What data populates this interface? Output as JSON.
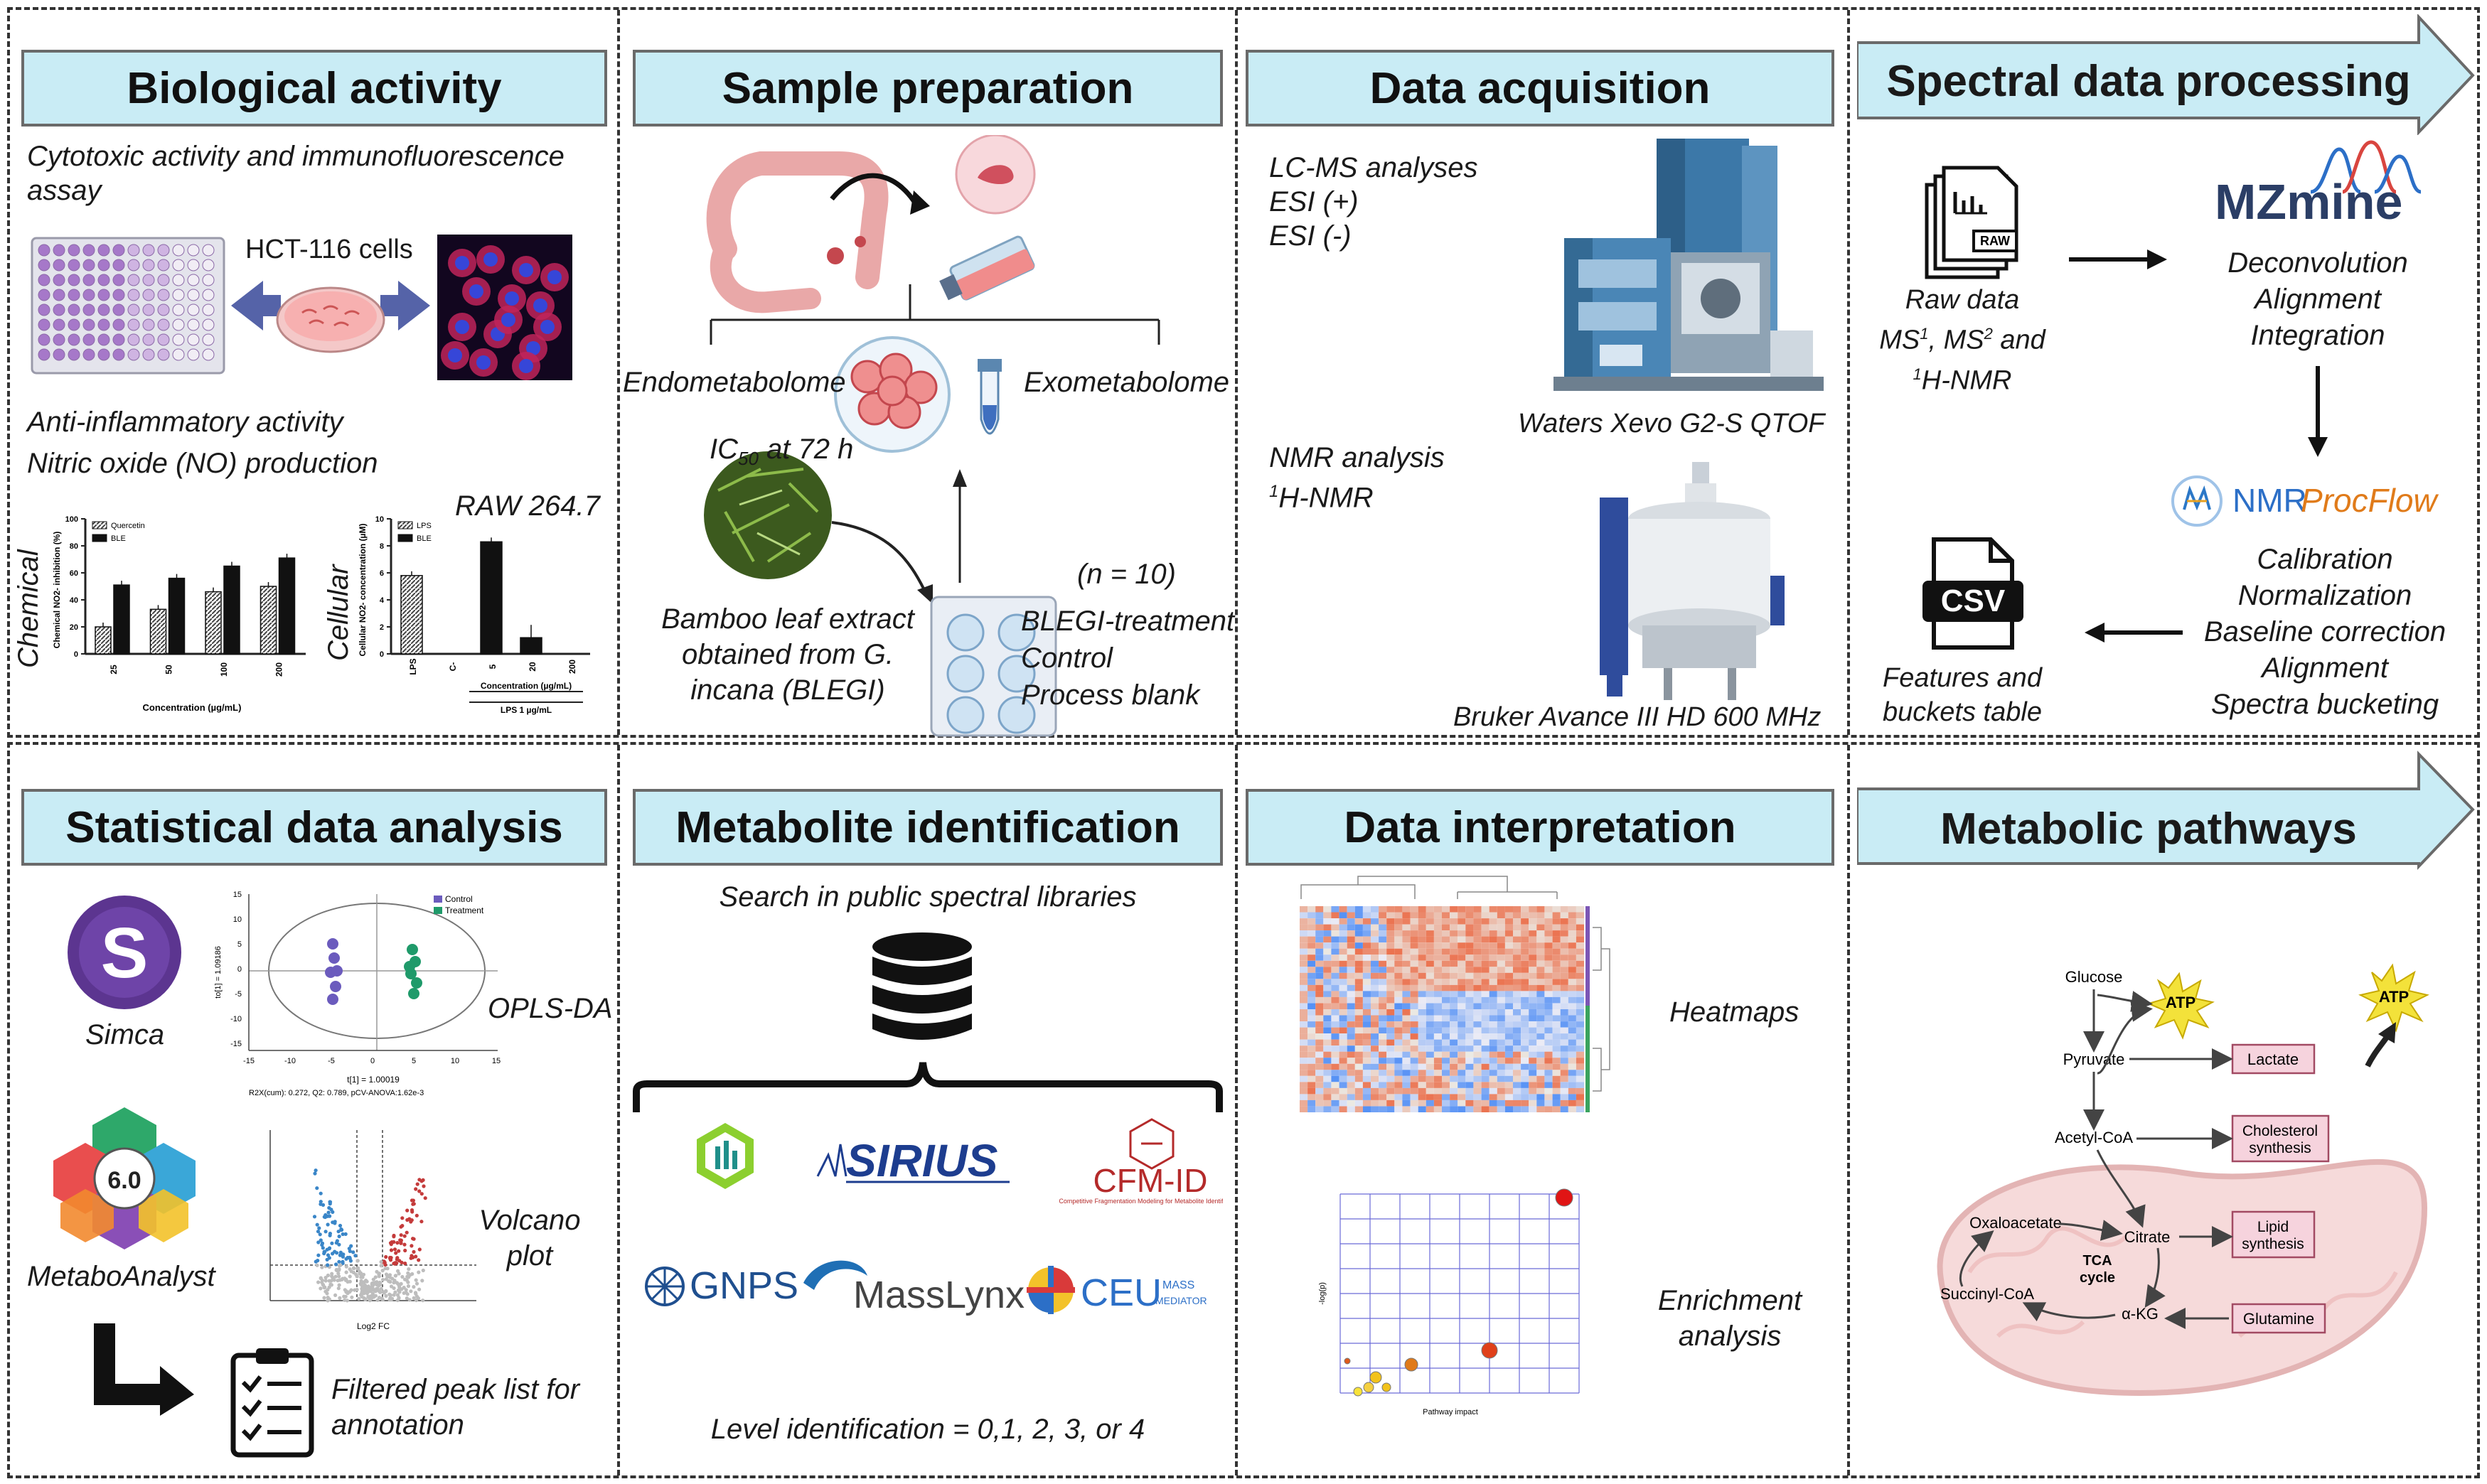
{
  "panels": {
    "bio": {
      "title": "Biological activity",
      "cyto": "Cytotoxic activity and immunofluorescence",
      "cyto2": "assay",
      "cells": "HCT-116 cells",
      "antiinf": "Anti-inflammatory activity",
      "no": "Nitric oxide (NO) production",
      "raw": "RAW 264.7",
      "chemical": "Chemical",
      "cellular": "Cellular"
    },
    "sample": {
      "title": "Sample preparation",
      "endo": "Endometabolome",
      "exo": "Exometabolome",
      "ic50_a": "IC",
      "ic50_sub": "50",
      "ic50_b": " at 72 h",
      "n": "(n = 10)",
      "leaf1": "Bamboo leaf extract",
      "leaf2": "obtained from G.",
      "leaf3": "incana (BLEGI)",
      "treat1": "BLEGI-treatment",
      "treat2": "Control",
      "treat3": "Process blank"
    },
    "acq": {
      "title": "Data acquisition",
      "lc1": "LC-MS analyses",
      "lc2": "ESI (+)",
      "lc3": "ESI (-)",
      "waters": "Waters Xevo G2-S QTOF",
      "nmr1": "NMR analysis",
      "nmr2_sup": "1",
      "nmr2": "H-NMR",
      "bruker": "Bruker Avance III HD 600 MHz"
    },
    "proc": {
      "title": "Spectral data processing",
      "raw_badge": "RAW",
      "mzmine": "MZmine",
      "steps1": [
        "Deconvolution",
        "Alignment",
        "Integration"
      ],
      "rawdata1": "Raw data",
      "rawdata2a": "MS",
      "rawdata2b": ", MS",
      "rawdata2c": " and",
      "sup1": "1",
      "sup2": "2",
      "rawdata3": "H-NMR",
      "nmrproc_a": "NMR",
      "nmrproc_b": "ProcFlow",
      "steps2": [
        "Calibration",
        "Normalization",
        "Baseline correction",
        "Alignment",
        "Spectra bucketing"
      ],
      "csv": "CSV",
      "feat1": "Features and",
      "feat2": "buckets table"
    },
    "stat": {
      "title": "Statistical data analysis",
      "simca": "Simca",
      "oplsda": "OPLS-DA",
      "metaboanalyst": "MetaboAnalyst",
      "ma_version": "6.0",
      "volcano1": "Volcano",
      "volcano2": "plot",
      "filtered1": "Filtered peak list for",
      "filtered2": "annotation",
      "legend": [
        "Control",
        "Treatment"
      ],
      "opls_footer": "R2X(cum): 0.272, Q2: 0.789, pCV-ANOVA:1.62e-3",
      "opls_xlabel": "t[1] = 1.00019",
      "opls_ylabel": "to[1] = 1.09186",
      "volcano_xlabel": "Log2 FC"
    },
    "ident": {
      "title": "Metabolite identification",
      "search": "Search in public spectral libraries",
      "sirius": "SIRIUS",
      "cfm": "CFM-ID",
      "cfm_sub": "Competitive Fragmentation Modeling for Metabolite Identification",
      "gnps": "GNPS",
      "masslynx": "MassLynx",
      "ceu": "CEU",
      "ceu_sub1": "MASS",
      "ceu_sub2": "MEDIATOR",
      "level": "Level identification = 0,1, 2, 3, or 4"
    },
    "interp": {
      "title": "Data interpretation",
      "heatmaps": "Heatmaps",
      "enrich1": "Enrichment",
      "enrich2": "analysis",
      "pathway_xlabel": "Pathway impact",
      "pathway_ylabel": "-log(p)"
    },
    "path": {
      "title": "Metabolic pathways",
      "glucose": "Glucose",
      "atp": "ATP",
      "pyruvate": "Pyruvate",
      "lactate": "Lactate",
      "acetyl": "Acetyl-CoA",
      "chol1": "Cholesterol",
      "chol2": "synthesis",
      "oxalo": "Oxaloacetate",
      "citrate": "Citrate",
      "lipid1": "Lipid",
      "lipid2": "synthesis",
      "tca1": "TCA",
      "tca2": "cycle",
      "succ": "Succinyl-CoA",
      "akg": "α-KG",
      "glutamine": "Glutamine"
    }
  },
  "chart_data": [
    {
      "type": "bar",
      "ylabel": "Chemical NO2- inhibition (%)",
      "xlabel": "Concentration (µg/mL)",
      "categories": [
        "25",
        "50",
        "100",
        "200"
      ],
      "series": [
        {
          "name": "Quercetin",
          "values": [
            20,
            33,
            46,
            50
          ]
        },
        {
          "name": "BLE",
          "values": [
            51,
            56,
            65,
            71
          ]
        }
      ],
      "ylim": [
        0,
        100
      ]
    },
    {
      "type": "bar",
      "ylabel": "Cellular NO2- concentration (µM)",
      "xlabel": "Concentration (µg/mL)",
      "xlabel2": "LPS 1 µg/mL",
      "categories": [
        "LPS",
        "C-",
        "5",
        "20",
        "200"
      ],
      "series": [
        {
          "name": "LPS",
          "values": [
            5.8,
            0,
            0,
            0,
            0
          ]
        },
        {
          "name": "BLE",
          "values": [
            0,
            0,
            8.3,
            1.2,
            0
          ]
        }
      ],
      "ylim": [
        0,
        10
      ]
    }
  ]
}
